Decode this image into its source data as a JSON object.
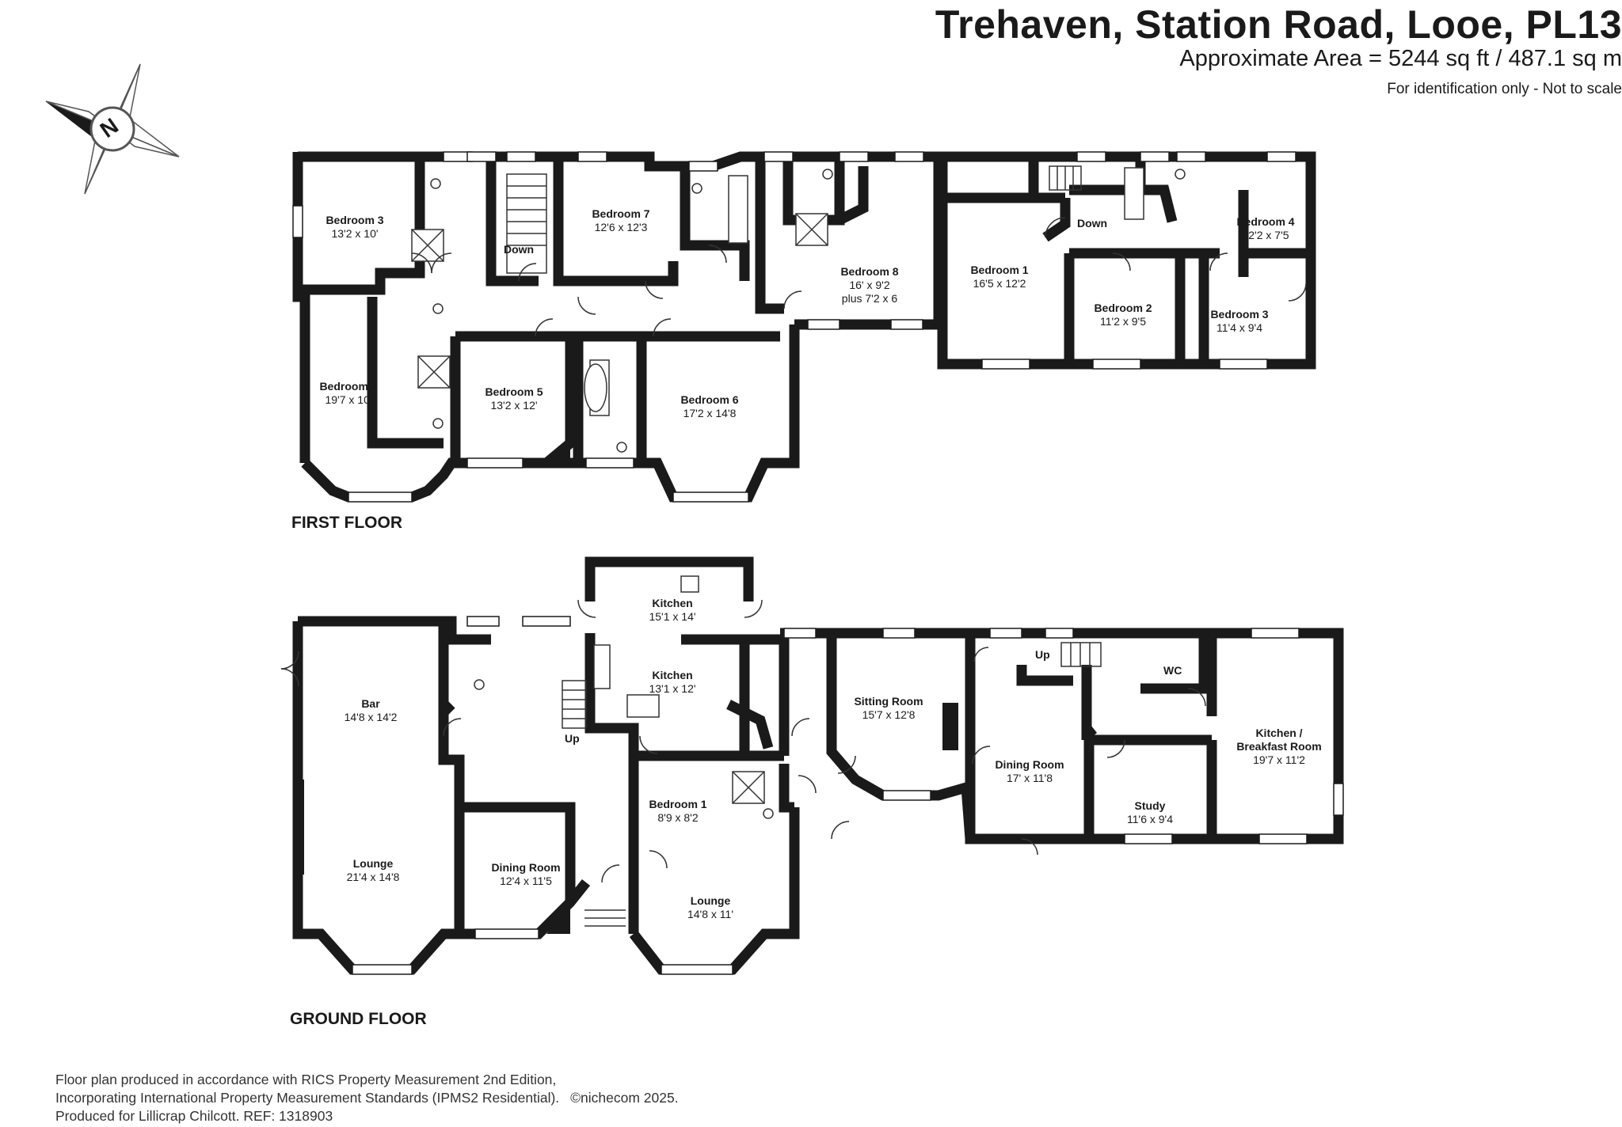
{
  "header": {
    "title": "Trehaven, Station Road, Looe, PL13",
    "area": "Approximate Area = 5244 sq ft / 487.1 sq m",
    "note": "For identification only - Not to scale"
  },
  "compass": {
    "letter": "N"
  },
  "floors": {
    "first": "FIRST FLOOR",
    "ground": "GROUND FLOOR"
  },
  "first_floor_rooms": [
    {
      "name": "Bedroom 3",
      "dims": "13'2 x 10'"
    },
    {
      "name": "Bedroom 7",
      "dims": "12'6 x 12'3"
    },
    {
      "name": "Bedroom 8",
      "dims": "16' x 9'2",
      "extra": "plus 7'2 x 6"
    },
    {
      "name": "Bedroom 1",
      "dims": "16'5 x 12'2"
    },
    {
      "name": "Bedroom 4",
      "dims": "12'2 x 7'5"
    },
    {
      "name": "Bedroom 2",
      "dims": "11'2 x 9'5"
    },
    {
      "name": "Bedroom 3",
      "dims": "11'4 x 9'4"
    },
    {
      "name": "Bedroom 4",
      "dims": "19'7 x 10'"
    },
    {
      "name": "Bedroom 5",
      "dims": "13'2 x 12'"
    },
    {
      "name": "Bedroom 6",
      "dims": "17'2 x 14'8"
    }
  ],
  "ground_floor_rooms": [
    {
      "name": "Kitchen",
      "dims": "15'1 x 14'"
    },
    {
      "name": "Kitchen",
      "dims": "13'1 x 12'"
    },
    {
      "name": "Bar",
      "dims": "14'8 x 14'2"
    },
    {
      "name": "Lounge",
      "dims": "21'4 x 14'8"
    },
    {
      "name": "Dining Room",
      "dims": "12'4 x 11'5"
    },
    {
      "name": "Bedroom 1",
      "dims": "8'9 x 8'2"
    },
    {
      "name": "Lounge",
      "dims": "14'8 x 11'"
    },
    {
      "name": "Sitting Room",
      "dims": "15'7 x 12'8"
    },
    {
      "name": "Dining Room",
      "dims": "17' x 11'8"
    },
    {
      "name": "Study",
      "dims": "11'6 x 9'4"
    },
    {
      "name": "Kitchen /",
      "name2": "Breakfast Room",
      "dims": "19'7 x 11'2"
    }
  ],
  "stair_labels": {
    "down1": "Down",
    "down2": "Down",
    "up1": "Up",
    "up2": "Up",
    "wc": "WC"
  },
  "footer": {
    "line1": "Floor plan produced in accordance with RICS Property Measurement 2nd Edition,",
    "line2": "Incorporating International Property Measurement Standards (IPMS2 Residential).",
    "logo": "©nichecom 2025.",
    "line3": "Produced for  Lillicrap Chilcott.   REF: 1318903"
  },
  "colors": {
    "wall": "#1a1a1a",
    "background": "#ffffff",
    "window": "#ffffff"
  }
}
